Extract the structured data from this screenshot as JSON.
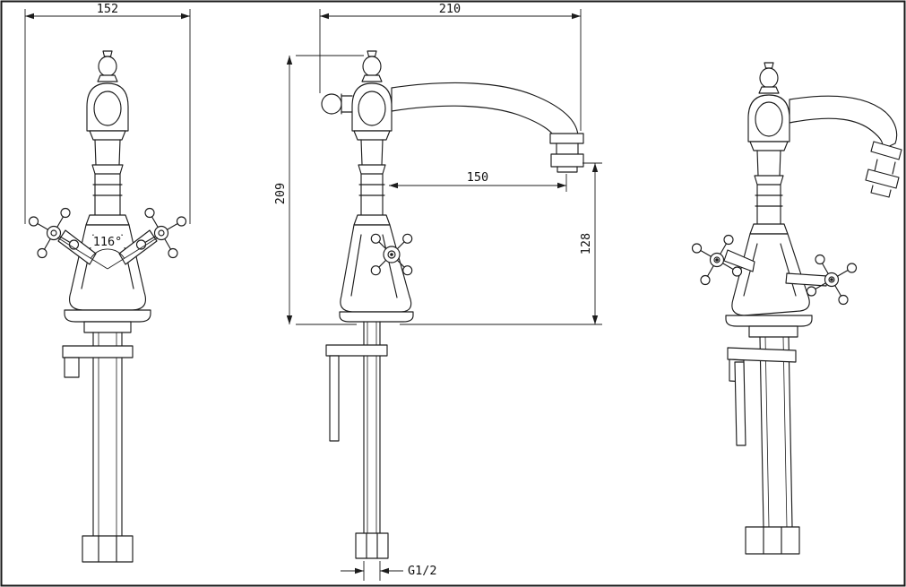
{
  "drawing": {
    "front_view": {
      "width_label": "152",
      "handle_angle_label": "116°"
    },
    "side_view": {
      "reach_label": "210",
      "height_label": "209",
      "spout_reach_label": "150",
      "spout_height_label": "128",
      "thread_label": "G1/2"
    }
  }
}
